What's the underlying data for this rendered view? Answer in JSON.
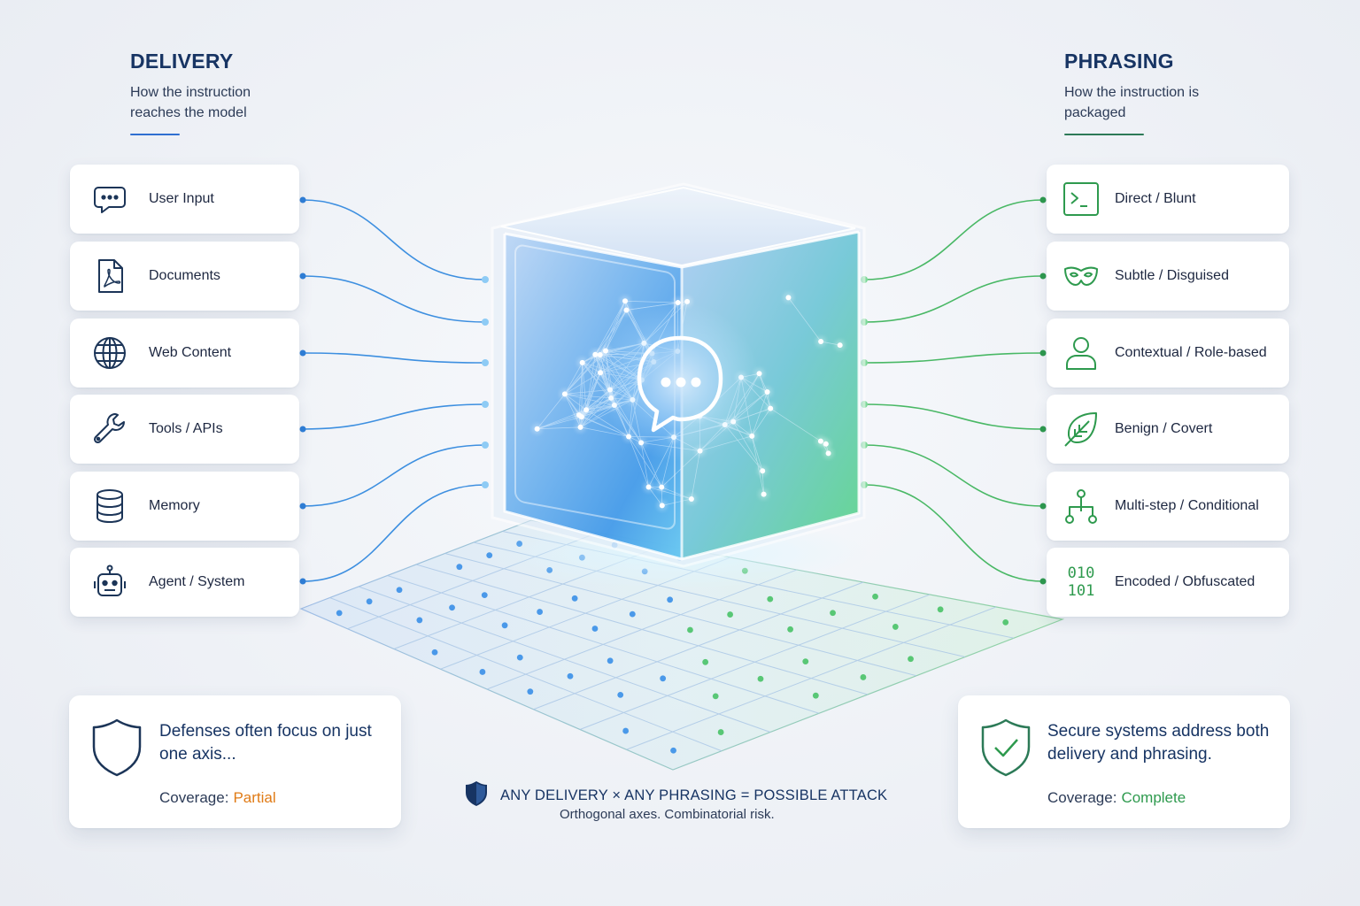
{
  "delivery": {
    "title": "DELIVERY",
    "subtitle": "How the instruction reaches the model",
    "items": [
      {
        "label": "User Input",
        "icon": "chat-bubble-icon"
      },
      {
        "label": "Documents",
        "icon": "pdf-document-icon"
      },
      {
        "label": "Web Content",
        "icon": "globe-icon"
      },
      {
        "label": "Tools / APIs",
        "icon": "wrench-icon"
      },
      {
        "label": "Memory",
        "icon": "database-icon"
      },
      {
        "label": "Agent / System",
        "icon": "robot-icon"
      }
    ]
  },
  "phrasing": {
    "title": "PHRASING",
    "subtitle": "How the instruction is packaged",
    "items": [
      {
        "label": "Direct / Blunt",
        "icon": "terminal-icon"
      },
      {
        "label": "Subtle / Disguised",
        "icon": "mask-icon"
      },
      {
        "label": "Contextual / Role-based",
        "icon": "person-icon"
      },
      {
        "label": "Benign / Covert",
        "icon": "leaf-icon"
      },
      {
        "label": "Multi-step / Conditional",
        "icon": "branching-icon"
      },
      {
        "label": "Encoded / Obfuscated",
        "icon": "binary-icon",
        "glyph_top": "010",
        "glyph_bottom": "101"
      }
    ]
  },
  "defenses_card": {
    "text": "Defenses often focus on just one axis...",
    "coverage_label": "Coverage:",
    "coverage_value": "Partial",
    "icon": "shield-icon"
  },
  "secure_card": {
    "text": "Secure systems address both delivery and phrasing.",
    "coverage_label": "Coverage:",
    "coverage_value": "Complete",
    "icon": "shield-check-icon"
  },
  "formula": {
    "text": "ANY DELIVERY × ANY PHRASING = POSSIBLE ATTACK",
    "subtext": "Orthogonal axes. Combinatorial risk.",
    "icon": "shield-filled-icon"
  },
  "colors": {
    "navy": "#173463",
    "blue": "#2f8ae6",
    "green": "#3fbf5f",
    "orange": "#e07b16"
  }
}
